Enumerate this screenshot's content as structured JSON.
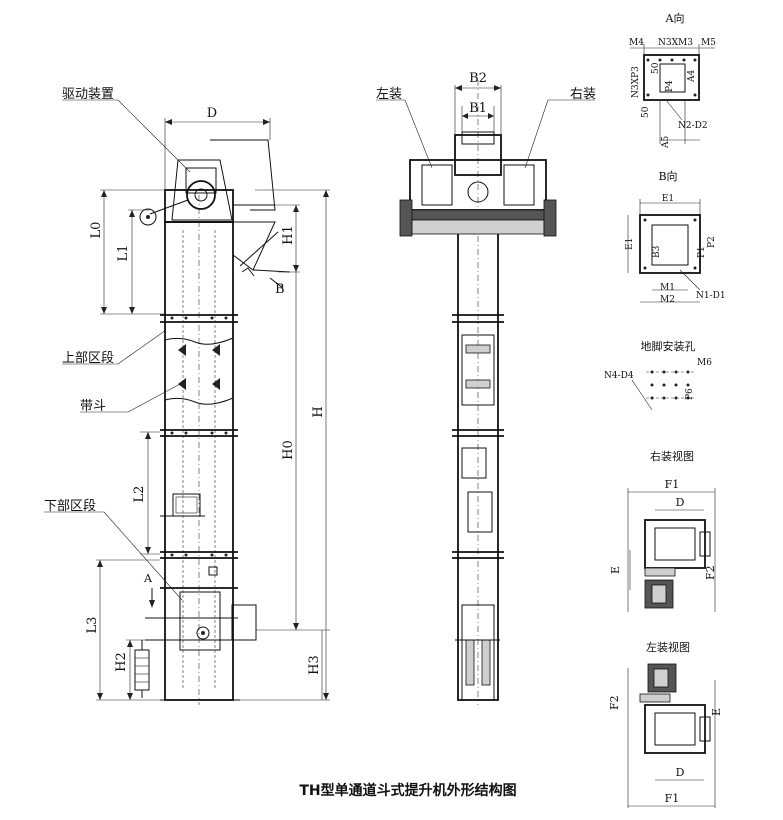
{
  "title": "TH型单通道斗式提升机外形结构图",
  "front": {
    "callouts": {
      "drive": "驱动装置",
      "upper": "上部区段",
      "bucket": "带斗",
      "lower": "下部区段"
    },
    "dims": {
      "D": "D",
      "L0": "L0",
      "L1": "L1",
      "L2": "L2",
      "L3": "L3",
      "H": "H",
      "H0": "H0",
      "H1": "H1",
      "H2": "H2",
      "H3": "H3",
      "B": "B",
      "A": "A"
    }
  },
  "side": {
    "left_install": "左装",
    "right_install": "右装",
    "dims": {
      "B1": "B1",
      "B2": "B2"
    }
  },
  "view_a": {
    "title": "A向",
    "labels": {
      "M4": "M4",
      "N3M3": "N3XM3",
      "M5": "M5",
      "N3P3": "N3XP3",
      "P4": "P4",
      "d50": "50",
      "d50b": "50",
      "A4": "A4",
      "N2D2": "N2-D2",
      "A5": "A5"
    }
  },
  "view_b": {
    "title": "B向",
    "labels": {
      "E1": "E1",
      "E1v": "E1",
      "B3": "B3",
      "P2": "P2",
      "P1": "P1",
      "M1": "M1",
      "M2": "M2",
      "N1D1": "N1-D1"
    }
  },
  "foot": {
    "title": "地脚安装孔",
    "labels": {
      "N4D4": "N4-D4",
      "M6": "M6",
      "P6": "P6"
    }
  },
  "right_view": {
    "title": "右装视图",
    "labels": {
      "F1": "F1",
      "D": "D",
      "E": "E",
      "F2": "F2"
    }
  },
  "left_view": {
    "title": "左装视图",
    "labels": {
      "F2": "F2",
      "E": "E",
      "D": "D",
      "F1": "F1"
    }
  }
}
